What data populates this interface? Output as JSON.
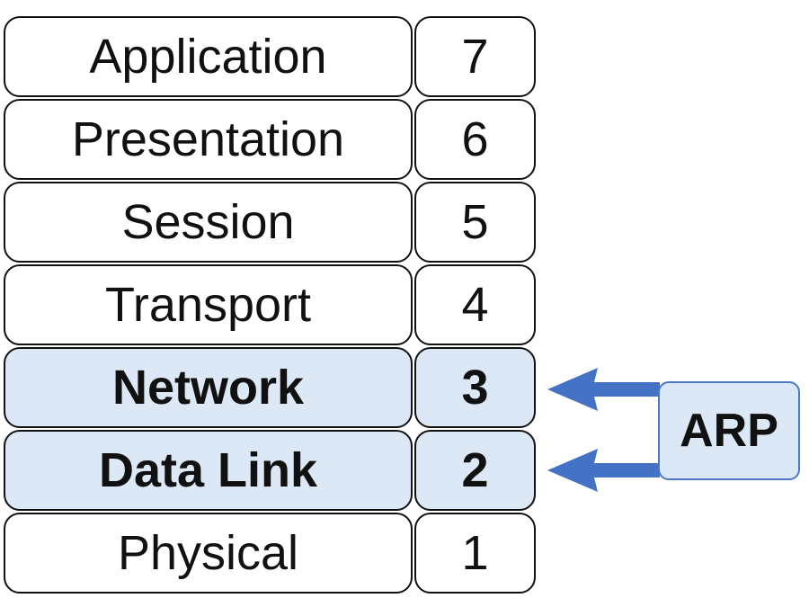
{
  "layers": [
    {
      "name": "Application",
      "number": "7",
      "highlight": false
    },
    {
      "name": "Presentation",
      "number": "6",
      "highlight": false
    },
    {
      "name": "Session",
      "number": "5",
      "highlight": false
    },
    {
      "name": "Transport",
      "number": "4",
      "highlight": false
    },
    {
      "name": "Network",
      "number": "3",
      "highlight": true
    },
    {
      "name": "Data Link",
      "number": "2",
      "highlight": true
    },
    {
      "name": "Physical",
      "number": "1",
      "highlight": false
    }
  ],
  "protocol": {
    "label": "ARP",
    "targets": [
      "3",
      "2"
    ]
  },
  "colors": {
    "highlight_fill": "#dce8f5",
    "arrow": "#4472c4",
    "arp_border": "#4a78c2",
    "cell_border": "#111111"
  }
}
